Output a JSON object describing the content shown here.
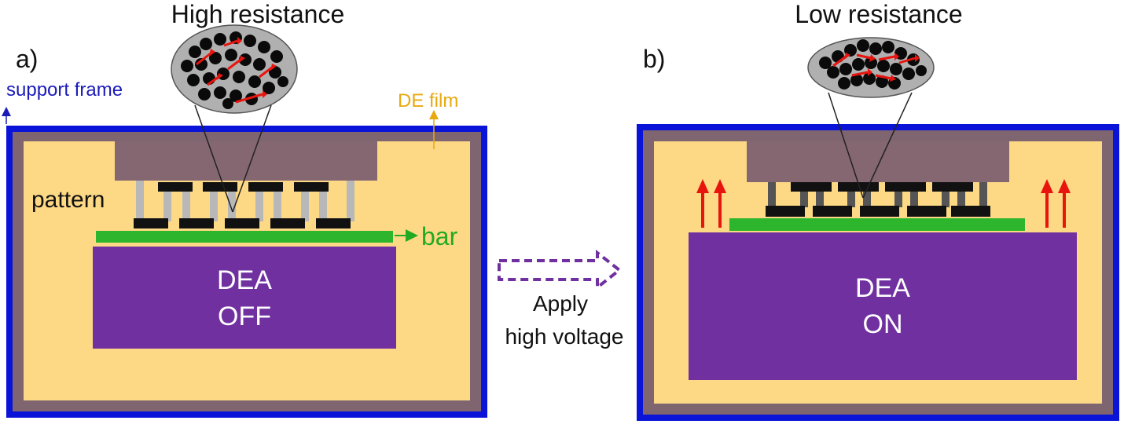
{
  "panel_a": {
    "letter": "a)",
    "zoom_title": "High resistance",
    "support_frame_label": "support frame",
    "film_label": "DE film",
    "pattern_label": "pattern",
    "bar_label": "bar",
    "dea_line1": "DEA",
    "dea_line2": "OFF"
  },
  "panel_b": {
    "letter": "b)",
    "zoom_title": "Low resistance",
    "dea_line1": "DEA",
    "dea_line2": "ON"
  },
  "transition": {
    "line1": "Apply",
    "line2": "high voltage"
  },
  "colors": {
    "frame": "#0a14d8",
    "frame_inner": "#7e6570",
    "film": "#fdd985",
    "clamp": "#846771",
    "dea": "#7030a0",
    "bar": "#2db52d",
    "arrow_red": "#e8140e",
    "film_label": "#e8a90e",
    "support_label": "#1a1ab8",
    "bar_label": "#22aa22",
    "dashed_arrow": "#7030a0"
  }
}
